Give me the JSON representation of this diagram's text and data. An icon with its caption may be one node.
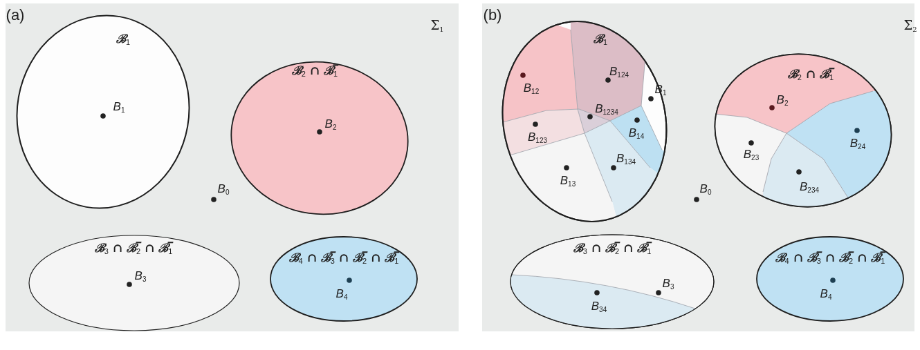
{
  "diagram": {
    "nodes": [
      {
        "text": [
          "(a)",
          "Σ$_{1}$"
        ]
      },
      {
        "text": [
          "ℬ$_{1}$"
        ],
        "in": 0
      },
      {
        "text": [
          "*B*$_{1}$"
        ],
        "in": 1
      },
      {
        "text": [
          "ℬ$_{2}$ ∩ ℬ̅$_{1}$"
        ],
        "in": 0
      },
      {
        "text": [
          "*B*$_{2}$"
        ],
        "in": 3
      },
      {
        "text": [
          "*B*$_{0}$"
        ],
        "in": 0
      },
      {
        "text": [
          "ℬ$_{3}$ ∩ ℬ̅$_{2}$ ∩ ℬ̅$_{1}$"
        ],
        "in": 0
      },
      {
        "text": [
          "*B*$_{3}$"
        ],
        "in": 6
      },
      {
        "text": [
          "ℬ$_{4}$ ∩ ℬ̅$_{3}$ ∩ ℬ̅$_{2}$ ∩ ℬ̅$_{1}$"
        ],
        "in": 0
      },
      {
        "text": [
          "*B*$_{4}$"
        ],
        "in": 8
      },
      {
        "text": [
          "(b)",
          "Σ$_{2}$"
        ]
      },
      {
        "text": [
          "ℬ$_{1}$"
        ],
        "in": 10
      },
      {
        "text": [
          "*B*$_{12}$"
        ],
        "in": 11
      },
      {
        "text": [
          "*B*$_{124}$"
        ],
        "in": 11
      },
      {
        "text": [
          "*B*$_{1}$"
        ],
        "in": 11
      },
      {
        "text": [
          "*B*$_{1234}$"
        ],
        "in": 11
      },
      {
        "text": [
          "*B*$_{123}$"
        ],
        "in": 11
      },
      {
        "text": [
          "*B*$_{14}$"
        ],
        "in": 11
      },
      {
        "text": [
          "*B*$_{13}$"
        ],
        "in": 11
      },
      {
        "text": [
          "*B*$_{134}$"
        ],
        "in": 11
      },
      {
        "text": [
          "ℬ$_{2}$ ∩ ℬ̅$_{1}$"
        ],
        "in": 10
      },
      {
        "text": [
          "*B*$_{2}$"
        ],
        "in": 20
      },
      {
        "text": [
          "*B*$_{23}$"
        ],
        "in": 20
      },
      {
        "text": [
          "*B*$_{24}$"
        ],
        "in": 20
      },
      {
        "text": [
          "*B*$_{234}$"
        ],
        "in": 20
      },
      {
        "text": [
          "*B*$_{0}$"
        ],
        "in": 10
      },
      {
        "text": [
          "ℬ$_{3}$ ∩ ℬ̅$_{2}$ ∩ ℬ̅$_{1}$"
        ],
        "in": 10
      },
      {
        "text": [
          "*B*$_{3}$"
        ],
        "in": 26
      },
      {
        "text": [
          "*B*$_{34}$"
        ],
        "in": 26
      },
      {
        "text": [
          "ℬ$_{4}$ ∩ ℬ̅$_{3}$ ∩ ℬ̅$_{2}$ ∩ ℬ̅$_{1}$"
        ],
        "in": 10
      },
      {
        "text": [
          "*B*$_{4}$"
        ],
        "in": 29
      }
    ]
  }
}
